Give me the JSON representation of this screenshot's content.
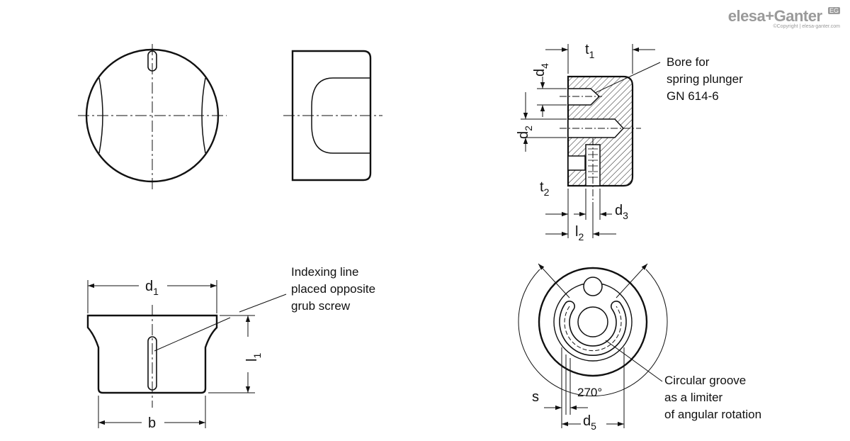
{
  "brand": {
    "logo_text": "elesa+Ganter",
    "badge": "EG",
    "copyright": "©Copyright | elesa-ganter.com"
  },
  "dimensions": {
    "d1": {
      "base": "d",
      "sub": "1"
    },
    "b": {
      "base": "b",
      "sub": ""
    },
    "l1": {
      "base": "l",
      "sub": "1"
    },
    "t1": {
      "base": "t",
      "sub": "1"
    },
    "d4": {
      "base": "d",
      "sub": "4"
    },
    "d2": {
      "base": "d",
      "sub": "2"
    },
    "t2": {
      "base": "t",
      "sub": "2"
    },
    "d3": {
      "base": "d",
      "sub": "3"
    },
    "l2": {
      "base": "l",
      "sub": "2"
    },
    "s": {
      "base": "s",
      "sub": ""
    },
    "d5": {
      "base": "d",
      "sub": "5"
    },
    "angle": "270°"
  },
  "notes": {
    "indexing": [
      "Indexing line",
      "placed opposite",
      "grub screw"
    ],
    "bore": [
      "Bore for",
      "spring plunger",
      "GN 614-6"
    ],
    "groove": [
      "Circular groove",
      "as a limiter",
      "of angular rotation"
    ]
  }
}
